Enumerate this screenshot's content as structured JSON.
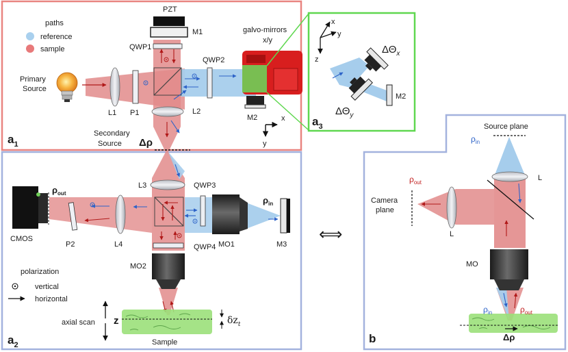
{
  "legend": {
    "title": "paths",
    "items": [
      {
        "label": "reference",
        "color": "#a9d0ee"
      },
      {
        "label": "sample",
        "color": "#e8797a"
      }
    ],
    "polarization_title": "polarization",
    "vertical": "vertical",
    "horizontal": "horizontal"
  },
  "colors": {
    "frame_a1": "#e98480",
    "frame_a2": "#a3b2de",
    "frame_a3": "#5fd74f",
    "frame_b": "#a3b2de",
    "sample_beam": "#e28b8b",
    "reference_beam": "#a6cdec",
    "tissue": "#9be07a",
    "galvo_red": "#d81e1e"
  },
  "panel_a1": {
    "tag": "a",
    "sub": "1",
    "pzt": "PZT",
    "m1": "M1",
    "qwp1": "QWP1",
    "qwp2": "QWP2",
    "galvo": "galvo-mirrors",
    "galvo_xy": "x/y",
    "primary_source_1": "Primary",
    "primary_source_2": "Source",
    "l1": "L1",
    "p1": "P1",
    "l2": "L2",
    "m2": "M2",
    "secondary_source_1": "Secondary",
    "secondary_source_2": "Source",
    "delta_rho": "Δρ",
    "axis_x": "x",
    "axis_y": "y"
  },
  "panel_a3": {
    "tag": "a",
    "sub": "3",
    "axis_x": "x",
    "axis_y": "y",
    "axis_z": "z",
    "theta_x": "ΔΘ",
    "theta_x_sub": "x",
    "theta_y": "ΔΘ",
    "theta_y_sub": "y",
    "m2": "M2"
  },
  "panel_a2": {
    "tag": "a",
    "sub": "2",
    "l3": "L3",
    "qwp3": "QWP3",
    "rho_out": "ρ",
    "rho_out_sub": "out",
    "rho_in": "ρ",
    "rho_in_sub": "in",
    "cmos": "CMOS",
    "p2": "P2",
    "l4": "L4",
    "mo1": "MO1",
    "m3": "M3",
    "qwp4": "QWP4",
    "mo2": "MO2",
    "z": "z",
    "axial_scan": "axial scan",
    "sample": "Sample",
    "delta_z": "δz",
    "delta_z_sub": "t"
  },
  "panel_b": {
    "tag": "b",
    "source_plane": "Source plane",
    "rho_in": "ρ",
    "rho_in_sub": "in",
    "rho_out": "ρ",
    "rho_out_sub": "out",
    "camera_plane_1": "Camera",
    "camera_plane_2": "plane",
    "l_top": "L",
    "l_left": "L",
    "mo": "MO",
    "rho_in_bottom": "ρ",
    "rho_in_bottom_sub": "in",
    "rho_out_bottom": "ρ",
    "rho_out_bottom_sub": "out",
    "delta_rho": "Δρ"
  },
  "equivalence_symbol": "⟺"
}
